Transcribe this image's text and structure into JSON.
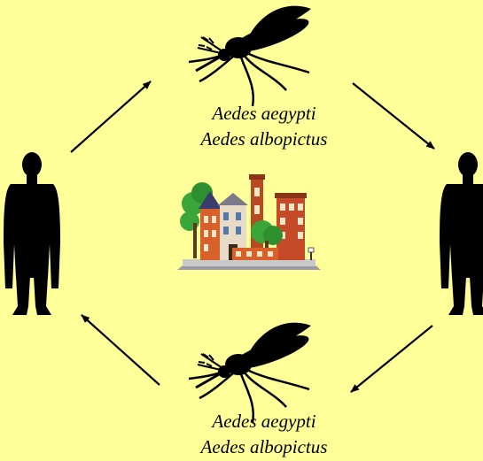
{
  "colors": {
    "background": "#ffff99",
    "silhouette": "#000000",
    "arrow": "#000000"
  },
  "transmission_cycle": {
    "top_vector": {
      "icon": "mosquito-icon",
      "species": [
        "Aedes aegypti",
        "Aedes albopictus"
      ]
    },
    "bottom_vector": {
      "icon": "mosquito-icon",
      "species": [
        "Aedes aegypti",
        "Aedes albopictus"
      ]
    },
    "left_host": {
      "icon": "person-icon"
    },
    "right_host": {
      "icon": "person-icon"
    },
    "center": {
      "icon": "urban-buildings-icon"
    }
  }
}
